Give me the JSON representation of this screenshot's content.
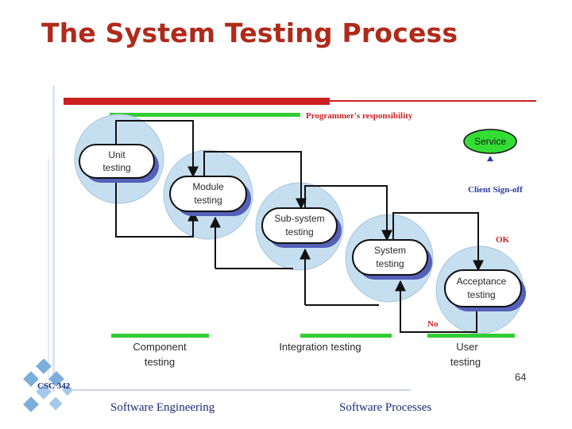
{
  "slide": {
    "title": "The System Testing Process",
    "page_number": "64",
    "course_code": "CSC 342",
    "footer_left": "Software Engineering",
    "footer_right": "Software Processes"
  },
  "diagram": {
    "stages": [
      {
        "line1": "Unit",
        "line2": "testing"
      },
      {
        "line1": "Module",
        "line2": "testing"
      },
      {
        "line1": "Sub-system",
        "line2": "testing"
      },
      {
        "line1": "System",
        "line2": "testing"
      },
      {
        "line1": "Acceptance",
        "line2": "testing"
      }
    ],
    "service_label": "Service",
    "programmer_responsibility": "Programmer's responsibility",
    "client_signoff": "Client Sign-off",
    "ok_label": "OK",
    "no_label": "No",
    "phases": {
      "component": {
        "line1": "Component",
        "line2": "testing"
      },
      "integration": "Integration testing",
      "user": {
        "line1": "User",
        "line2": "testing"
      }
    },
    "colors": {
      "red_bar": "#cc1f1f",
      "green_bar": "#33cc33",
      "service_fill": "#33dd33",
      "label_red": "#cc2222",
      "label_blue": "#2a3aa8",
      "disc": "#c6dff0",
      "node_fill": "#ffffff",
      "node_shadow": "#5560b8"
    }
  }
}
